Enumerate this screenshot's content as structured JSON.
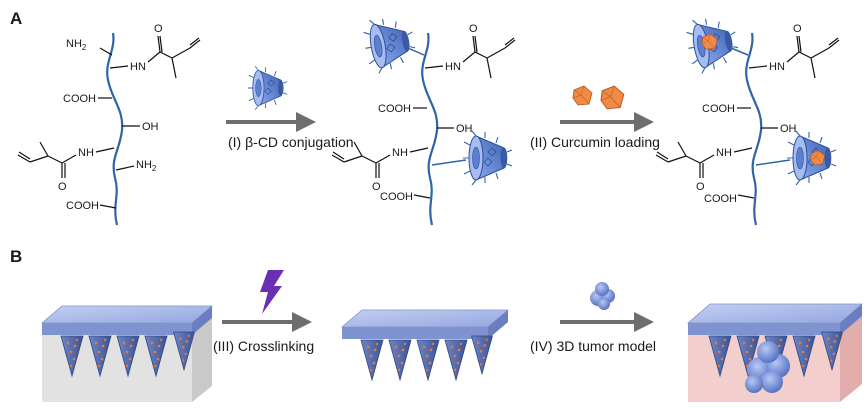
{
  "panels": {
    "a": "A",
    "b": "B"
  },
  "steps": {
    "s1": "(I) β-CD conjugation",
    "s2": "(II) Curcumin loading",
    "s3": "(III) Crosslinking",
    "s4": "(IV) 3D tumor model"
  },
  "groups": {
    "nh2": "NH",
    "nh2_sub": "2",
    "hn": "HN",
    "nh": "NH",
    "cooh": "COOH",
    "oh": "OH",
    "o": "O"
  },
  "colors": {
    "backbone": "#2f64a8",
    "cyclodextrin": "#6a8fd8",
    "curcumin": "#e8773a",
    "arrow": "#6e6e6e",
    "lightning": "#6b2fb3",
    "patch_top": "#a9b9e6",
    "tumor_block": "#f0c8c6",
    "gel_block": "#dcdcdc"
  }
}
